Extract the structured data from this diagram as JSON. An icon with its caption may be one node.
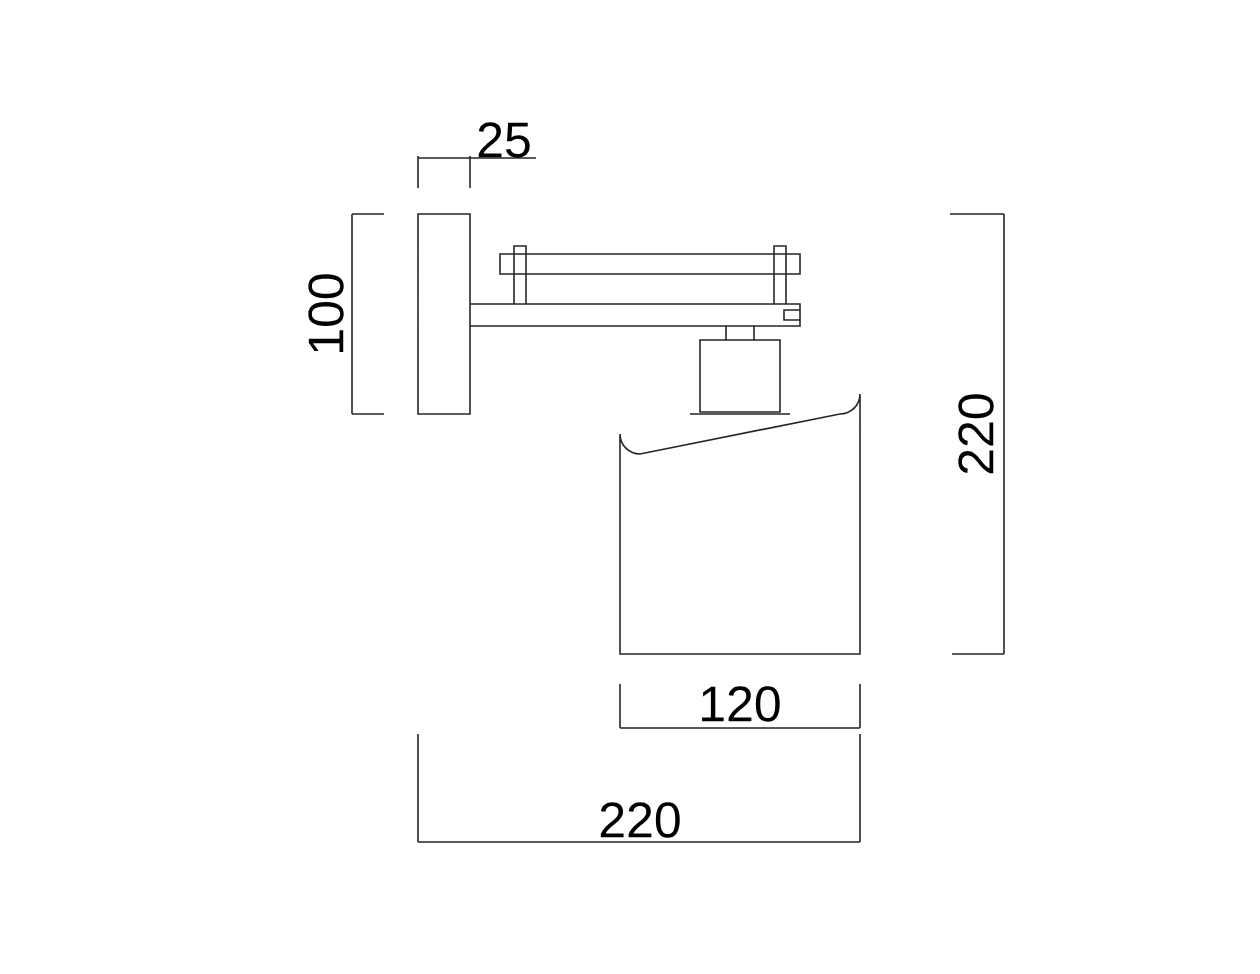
{
  "diagram": {
    "labels": [
      "25",
      "100",
      "220",
      "120",
      "220"
    ]
  }
}
